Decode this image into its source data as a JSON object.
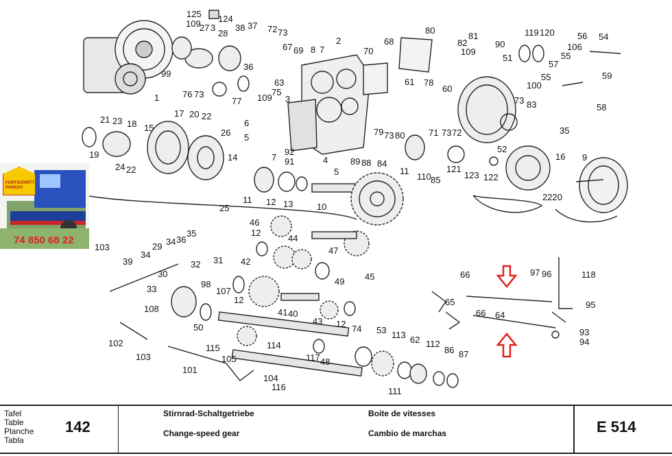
{
  "footer": {
    "tafel_labels": [
      "Tafel",
      "Table",
      "Planche",
      "Tabla"
    ],
    "plate_number": "142",
    "title_de": "Stirnrad-Schaltgetriebe",
    "title_en": "Change-speed gear",
    "title_fr": "Boite de vitesses",
    "title_es": "Cambio de marchas",
    "model": "E 514"
  },
  "ad": {
    "sign_text": "FORTSCHRITT PARKOV",
    "phone": "74 850 68 22",
    "colors": {
      "sign": "#f6c900",
      "machine": "#2a52be",
      "phone": "#e02020"
    }
  },
  "annotation": {
    "arrow_color": "#e02020"
  },
  "callouts": [
    {
      "text": "125"
    },
    {
      "text": "124"
    },
    {
      "text": "109"
    },
    {
      "text": "27"
    },
    {
      "text": "3"
    },
    {
      "text": "28"
    },
    {
      "text": "38"
    },
    {
      "text": "37"
    },
    {
      "text": "72"
    },
    {
      "text": "73"
    },
    {
      "text": "2"
    },
    {
      "text": "80"
    },
    {
      "text": "81"
    },
    {
      "text": "82"
    },
    {
      "text": "90"
    },
    {
      "text": "119"
    },
    {
      "text": "120"
    },
    {
      "text": "56"
    },
    {
      "text": "54"
    },
    {
      "text": "106"
    },
    {
      "text": "55"
    },
    {
      "text": "57"
    },
    {
      "text": "59"
    },
    {
      "text": "68"
    },
    {
      "text": "67"
    },
    {
      "text": "69"
    },
    {
      "text": "8"
    },
    {
      "text": "7"
    },
    {
      "text": "70"
    },
    {
      "text": "109"
    },
    {
      "text": "51"
    },
    {
      "text": "99"
    },
    {
      "text": "36"
    },
    {
      "text": "63"
    },
    {
      "text": "75"
    },
    {
      "text": "76"
    },
    {
      "text": "73"
    },
    {
      "text": "77"
    },
    {
      "text": "109"
    },
    {
      "text": "61"
    },
    {
      "text": "78"
    },
    {
      "text": "60"
    },
    {
      "text": "1"
    },
    {
      "text": "3"
    },
    {
      "text": "55"
    },
    {
      "text": "100"
    },
    {
      "text": "58"
    },
    {
      "text": "73"
    },
    {
      "text": "83"
    },
    {
      "text": "21"
    },
    {
      "text": "23"
    },
    {
      "text": "18"
    },
    {
      "text": "17"
    },
    {
      "text": "20"
    },
    {
      "text": "22"
    },
    {
      "text": "6"
    },
    {
      "text": "5"
    },
    {
      "text": "79"
    },
    {
      "text": "73"
    },
    {
      "text": "80"
    },
    {
      "text": "71"
    },
    {
      "text": "73"
    },
    {
      "text": "72"
    },
    {
      "text": "35"
    },
    {
      "text": "15"
    },
    {
      "text": "26"
    },
    {
      "text": "19"
    },
    {
      "text": "14"
    },
    {
      "text": "92"
    },
    {
      "text": "91"
    },
    {
      "text": "4"
    },
    {
      "text": "89"
    },
    {
      "text": "88"
    },
    {
      "text": "84"
    },
    {
      "text": "11"
    },
    {
      "text": "121"
    },
    {
      "text": "52"
    },
    {
      "text": "16"
    },
    {
      "text": "9"
    },
    {
      "text": "24"
    },
    {
      "text": "22"
    },
    {
      "text": "7"
    },
    {
      "text": "5"
    },
    {
      "text": "110"
    },
    {
      "text": "85"
    },
    {
      "text": "123"
    },
    {
      "text": "122"
    },
    {
      "text": "2220"
    },
    {
      "text": "11"
    },
    {
      "text": "12"
    },
    {
      "text": "13"
    },
    {
      "text": "10"
    },
    {
      "text": "25"
    },
    {
      "text": "46"
    },
    {
      "text": "12"
    },
    {
      "text": "44"
    },
    {
      "text": "47"
    },
    {
      "text": "103"
    },
    {
      "text": "29"
    },
    {
      "text": "34"
    },
    {
      "text": "36"
    },
    {
      "text": "35"
    },
    {
      "text": "39"
    },
    {
      "text": "34"
    },
    {
      "text": "32"
    },
    {
      "text": "31"
    },
    {
      "text": "42"
    },
    {
      "text": "49"
    },
    {
      "text": "45"
    },
    {
      "text": "30"
    },
    {
      "text": "33"
    },
    {
      "text": "98"
    },
    {
      "text": "107"
    },
    {
      "text": "12"
    },
    {
      "text": "108"
    },
    {
      "text": "41"
    },
    {
      "text": "40"
    },
    {
      "text": "43"
    },
    {
      "text": "12"
    },
    {
      "text": "74"
    },
    {
      "text": "66"
    },
    {
      "text": "97"
    },
    {
      "text": "96"
    },
    {
      "text": "118"
    },
    {
      "text": "65"
    },
    {
      "text": "66"
    },
    {
      "text": "64"
    },
    {
      "text": "95"
    },
    {
      "text": "93"
    },
    {
      "text": "94"
    },
    {
      "text": "50"
    },
    {
      "text": "102"
    },
    {
      "text": "103"
    },
    {
      "text": "115"
    },
    {
      "text": "114"
    },
    {
      "text": "53"
    },
    {
      "text": "113"
    },
    {
      "text": "62"
    },
    {
      "text": "112"
    },
    {
      "text": "86"
    },
    {
      "text": "87"
    },
    {
      "text": "117"
    },
    {
      "text": "48"
    },
    {
      "text": "105"
    },
    {
      "text": "101"
    },
    {
      "text": "104"
    },
    {
      "text": "116"
    },
    {
      "text": "111"
    }
  ]
}
